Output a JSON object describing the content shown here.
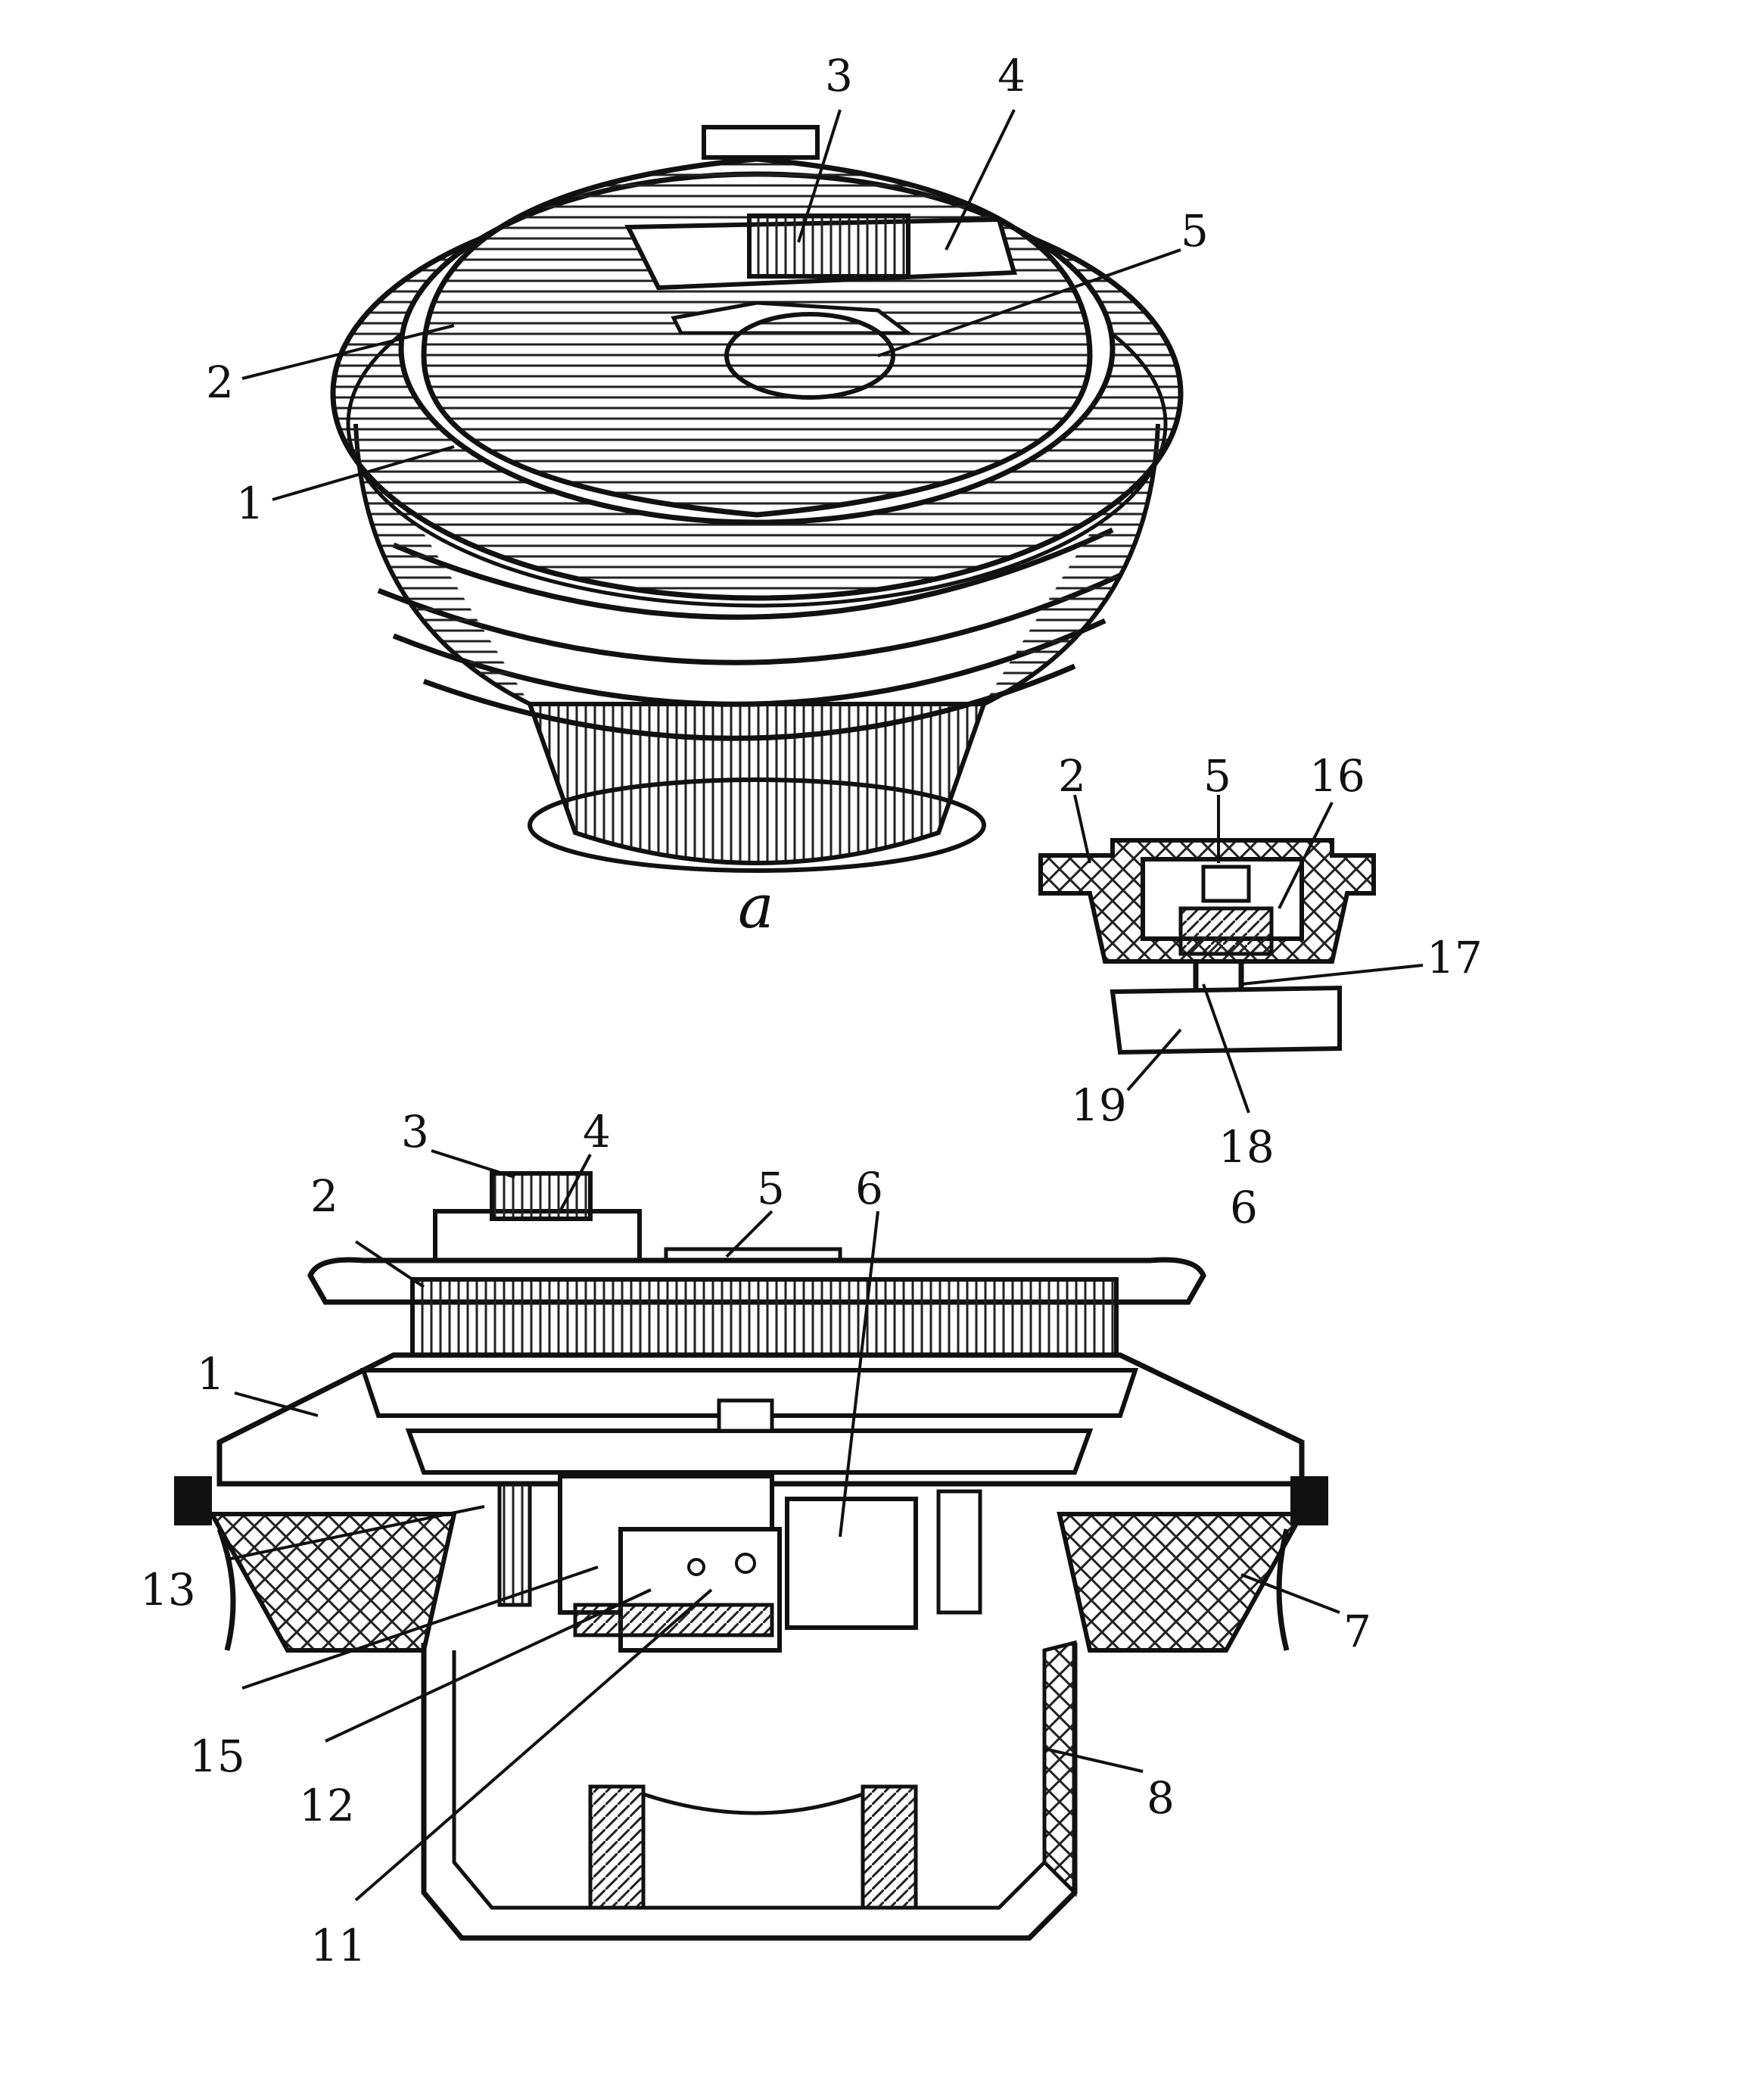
{
  "view_a": {
    "caption": "a",
    "labels": [
      "3",
      "4",
      "5",
      "2",
      "1"
    ]
  },
  "view_b": {
    "caption": "6",
    "labels": [
      "2",
      "5",
      "16",
      "17",
      "19",
      "18"
    ]
  },
  "view_c": {
    "caption": "",
    "labels": [
      "3",
      "4",
      "5",
      "6",
      "2",
      "1",
      "13",
      "7",
      "15",
      "12",
      "8",
      "11"
    ]
  },
  "colors": {
    "ink": "#111111",
    "paper": "#ffffff"
  }
}
